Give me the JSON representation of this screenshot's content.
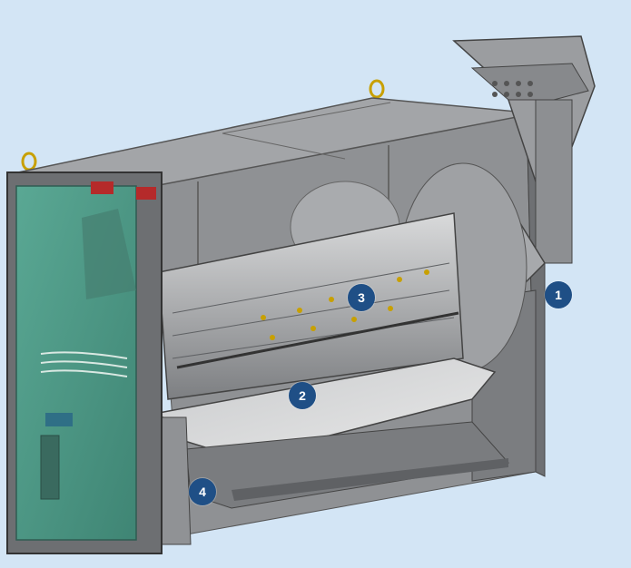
{
  "diagram": {
    "markers": [
      {
        "id": "1",
        "label": "1"
      },
      {
        "id": "2",
        "label": "2"
      },
      {
        "id": "3",
        "label": "3"
      },
      {
        "id": "4",
        "label": "4"
      }
    ]
  },
  "colors": {
    "background": "#d3e5f5",
    "marker_fill": "#1f4f86",
    "marker_text": "#ffffff",
    "glass_panel": "#4f9a86",
    "steel": "#8a8c8f"
  }
}
